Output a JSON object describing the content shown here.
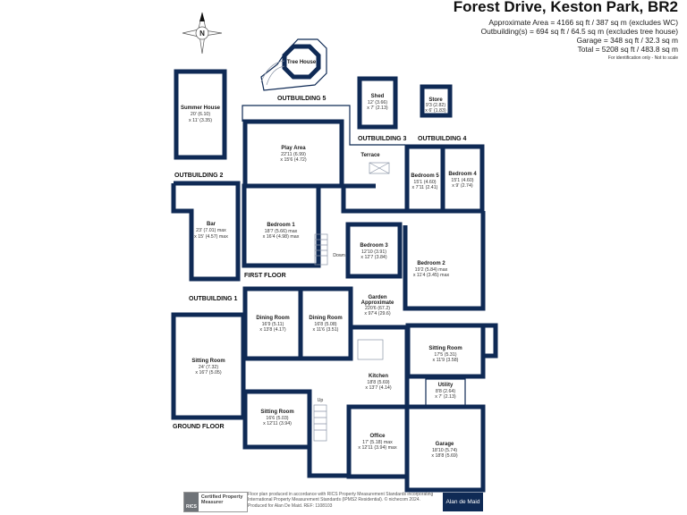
{
  "header": {
    "title": "Forest Drive, Keston Park, BR2",
    "areas": [
      "Approximate Area = 4166 sq ft / 387 sq m (excludes WC)",
      "Outbuilding(s) = 694 sq ft / 64.5 sq m (excludes tree house)",
      "Garage = 348 sq ft / 32.3 sq m",
      "Total = 5208 sq ft / 483.8 sq m"
    ],
    "note": "For identification only - Not to scale"
  },
  "compass": {
    "label": "N",
    "icon": "north-arrow-compass-icon"
  },
  "labels": {
    "outbuilding1": "OUTBUILDING 1",
    "outbuilding2": "OUTBUILDING 2",
    "outbuilding3": "OUTBUILDING 3",
    "outbuilding4": "OUTBUILDING 4",
    "outbuilding5": "OUTBUILDING 5",
    "first_floor": "FIRST FLOOR",
    "ground_floor": "GROUND FLOOR",
    "terrace": "Terrace",
    "down": "Down",
    "up": "Up"
  },
  "rooms": {
    "tree_house": {
      "name": "Tree House"
    },
    "summer_house": {
      "name": "Summer House",
      "d1": "20' (6.10)",
      "d2": "x 11' (3.35)"
    },
    "shed": {
      "name": "Shed",
      "d1": "12' (3.66)",
      "d2": "x 7' (2.13)"
    },
    "store": {
      "name": "Store",
      "d1": "9'3 (2.82)",
      "d2": "x 6' (1.83)"
    },
    "play_area": {
      "name": "Play Area",
      "d1": "22'11 (6.99)",
      "d2": "x 15'6 (4.72)"
    },
    "bedroom5": {
      "name": "Bedroom 5",
      "d1": "15'1 (4.60)",
      "d2": "x 7'11 (2.41)"
    },
    "bedroom4": {
      "name": "Bedroom 4",
      "d1": "15'1 (4.60)",
      "d2": "x 9' (2.74)"
    },
    "bar": {
      "name": "Bar",
      "d1": "23' (7.01) max",
      "d2": "x 15' (4.57) max"
    },
    "bedroom1": {
      "name": "Bedroom 1",
      "d1": "18'7 (5.66) max",
      "d2": "x 16'4 (4.98) max"
    },
    "bedroom3": {
      "name": "Bedroom 3",
      "d1": "12'10 (3.91)",
      "d2": "x 12'7 (3.84)"
    },
    "bedroom2": {
      "name": "Bedroom 2",
      "d1": "19'2 (5.84) max",
      "d2": "x 11'4 (3.45) max"
    },
    "garden": {
      "name": "Garden",
      "d0": "Approximate",
      "d1": "220'6 (67.2)",
      "d2": "x 97'4 (29.6)"
    },
    "sitting_left": {
      "name": "Sitting Room",
      "d1": "24' (7.32)",
      "d2": "x 16'7 (5.05)"
    },
    "dining1": {
      "name": "Dining Room",
      "d1": "16'9 (5.11)",
      "d2": "x 13'8 (4.17)"
    },
    "dining2": {
      "name": "Dining Room",
      "d1": "16'8 (5.08)",
      "d2": "x 11'6 (3.51)"
    },
    "sitting_right": {
      "name": "Sitting Room",
      "d1": "17'5 (5.31)",
      "d2": "x 11'9 (3.58)"
    },
    "kitchen": {
      "name": "Kitchen",
      "d1": "18'8 (5.69)",
      "d2": "x 13'7 (4.14)"
    },
    "utility": {
      "name": "Utility",
      "d1": "8'8 (2.64)",
      "d2": "x 7' (2.13)"
    },
    "sitting_bottom": {
      "name": "Sitting Room",
      "d1": "16'6 (5.03)",
      "d2": "x 12'11 (3.94)"
    },
    "office": {
      "name": "Office",
      "d1": "17' (5.18) max",
      "d2": "x 12'11 (3.94) max"
    },
    "garage": {
      "name": "Garage",
      "d1": "18'10 (5.74)",
      "d2": "x 18'8 (5.69)"
    }
  },
  "footer": {
    "rics_seal": "RICS",
    "rics_badge": "Certified Property Measurer",
    "text": "Floor plan produced in accordance with RICS Property Measurement Standards incorporating International Property Measurement Standards (IPMS2 Residential). © nichecom 2024. Produced for Alan De Maid.   REF: 1108103",
    "brand": "Alan de Maid"
  },
  "colors": {
    "wall": "#0f2a55",
    "brand_bg": "#0f2a55"
  }
}
